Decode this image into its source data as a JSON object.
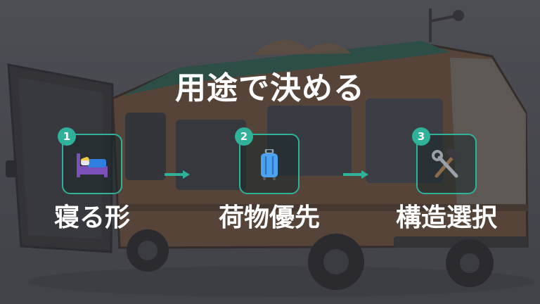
{
  "title": "用途で決める",
  "accent_color": "#2fb19a",
  "steps": [
    {
      "number": "1",
      "label": "寝る形",
      "icon": "bed-icon"
    },
    {
      "number": "2",
      "label": "荷物優先",
      "icon": "luggage-icon"
    },
    {
      "number": "3",
      "label": "構造選択",
      "icon": "hammer-wrench-icon"
    }
  ]
}
